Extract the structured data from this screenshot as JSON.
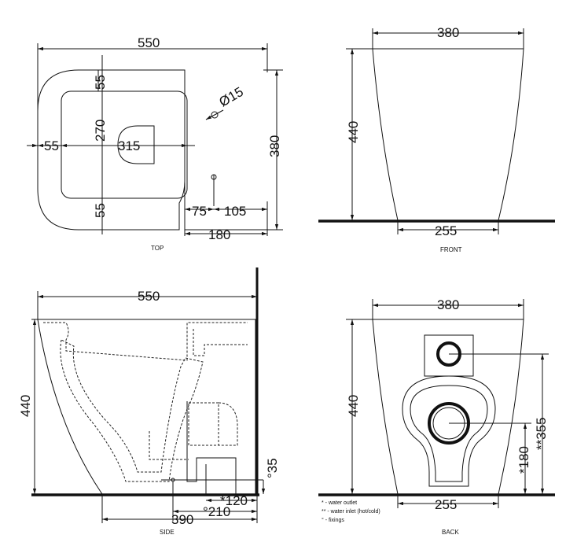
{
  "views": {
    "top": {
      "caption": "TOP",
      "dims": {
        "width": "550",
        "depth": "380",
        "rim_top": "55",
        "rim_bottom": "55",
        "bowl_depth": "270",
        "rim_side": "55",
        "bowl_width": "315",
        "hole_diameter": "Ø15",
        "inlet_offset": "75",
        "inlet_to_edge": "105",
        "rear_span": "180"
      }
    },
    "front": {
      "caption": "FRONT",
      "dims": {
        "top_width": "380",
        "height": "440",
        "base_width": "255"
      }
    },
    "side": {
      "caption": "SIDE",
      "dims": {
        "length": "550",
        "height": "440",
        "outlet_height": "°35",
        "outlet_from_wall": "*120",
        "base_length": "390",
        "fixing_distance": "°210"
      }
    },
    "back": {
      "caption": "BACK",
      "dims": {
        "top_width": "380",
        "height": "440",
        "outlet_height": "*180",
        "inlet_height": "**355",
        "base_width": "255"
      },
      "legend": [
        "* - water outlet",
        "** - water inlet (hot/cold)",
        "° - fixings"
      ]
    }
  }
}
